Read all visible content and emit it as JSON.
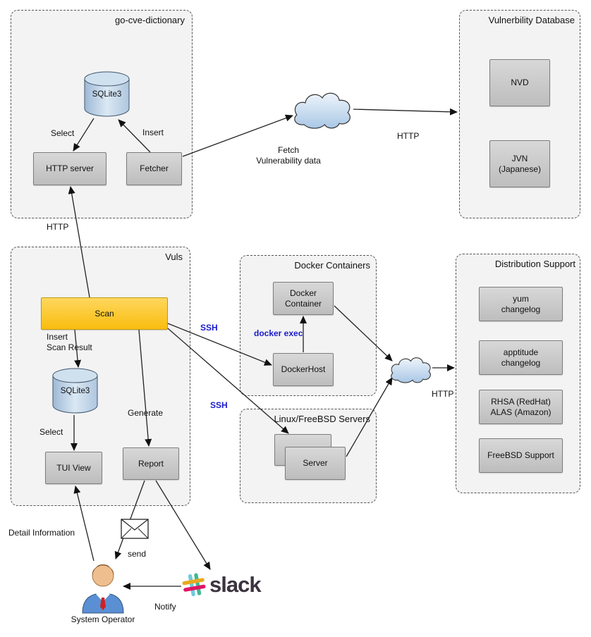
{
  "groups": {
    "go_cve": {
      "title": "go-cve-dictionary"
    },
    "vuln_db": {
      "title": "Vulnerbility Database"
    },
    "vuls": {
      "title": "Vuls"
    },
    "docker": {
      "title": "Docker Containers"
    },
    "linux_servers": {
      "title": "Linux/FreeBSD Servers"
    },
    "dist_support": {
      "title": "Distribution Support"
    }
  },
  "nodes": {
    "cve_sqlite": "SQLite3",
    "http_server": "HTTP server",
    "fetcher": "Fetcher",
    "nvd": "NVD",
    "jvn": "JVN\n(Japanese)",
    "scan": "Scan",
    "vuls_sqlite": "SQLite3",
    "tui_view": "TUI View",
    "report": "Report",
    "docker_container": "Docker\nContainer",
    "docker_host": "DockerHost",
    "server": "Server",
    "yum_changelog": "yum\nchangelog",
    "apptitude_changelog": "apptitude\nchangelog",
    "rhsa_alas": "RHSA (RedHat)\nALAS (Amazon)",
    "freebsd_support": "FreeBSD Support"
  },
  "edge_labels": {
    "select_top": "Select",
    "insert_top": "Insert",
    "fetch": "Fetch\nVulnerability data",
    "http_cloud": "HTTP",
    "http_scan": "HTTP",
    "insert_scan_result": "Insert\nScan Result",
    "select_bottom": "Select",
    "generate": "Generate",
    "ssh_docker": "SSH",
    "ssh_linux": "SSH",
    "docker_exec": "docker exec",
    "http_dist": "HTTP",
    "detail_information": "Detail Information",
    "send": "send",
    "notify": "Notify"
  },
  "actors": {
    "system_operator": "System Operator",
    "slack": "slack"
  },
  "icons": {
    "cloud": "cloud-icon",
    "envelope": "mail-envelope-icon",
    "person": "system-operator-icon",
    "slack_hash": "slack-hash-icon"
  },
  "colors": {
    "scan_fill": "#F9BD0F",
    "node_fill": "#C9C9C9",
    "cylinder_fill": "#B9CFE4",
    "ssh_label": "#1A1ACC",
    "slack_cyan": "#6ECADC",
    "slack_green": "#3EB991",
    "slack_yellow": "#E9A820",
    "slack_pink": "#E01563"
  }
}
